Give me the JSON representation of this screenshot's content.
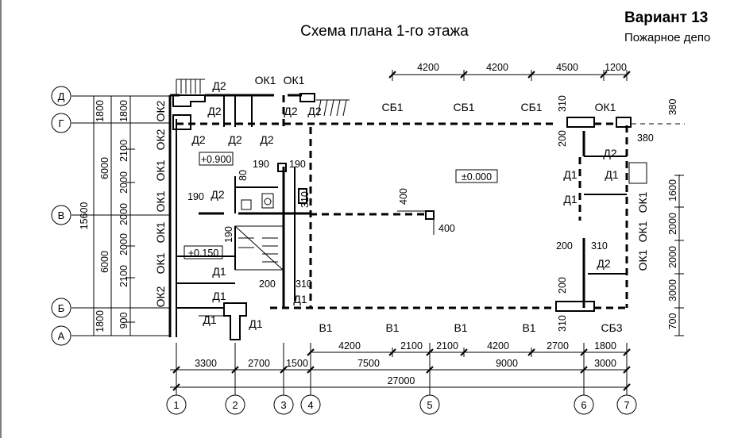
{
  "title": "Схема плана 1-го этажа",
  "variant": "Вариант 13",
  "building": "Пожарное депо",
  "levels": {
    "upper": "+0.900",
    "lower": "+0.150",
    "zero": "±0.000"
  },
  "row_axes": [
    "Д",
    "Г",
    "В",
    "Б",
    "А"
  ],
  "col_axes": [
    "1",
    "2",
    "3",
    "4",
    "5",
    "6",
    "7"
  ],
  "dims": {
    "top": [
      "4200",
      "4200",
      "4500",
      "1200"
    ],
    "bottom_row1": [
      "4200",
      "2100",
      "2100",
      "4200",
      "2700",
      "1800"
    ],
    "bottom_row2": [
      "3300",
      "2700",
      "1500",
      "7500",
      "9000",
      "3000"
    ],
    "total_width": "27000",
    "left_inner": [
      "1800",
      "1800",
      "2100",
      "2000",
      "2000",
      "2000",
      "2000",
      "2100",
      "900",
      "1800"
    ],
    "left_mid": [
      "6000",
      "6000"
    ],
    "left_total": "15600",
    "right": [
      "380",
      "380",
      "1600",
      "2000",
      "2000",
      "3000",
      "700"
    ],
    "misc": [
      "190",
      "190",
      "190",
      "80",
      "310",
      "400",
      "400",
      "200",
      "310",
      "310",
      "200",
      "310",
      "200",
      "310"
    ]
  },
  "labels": {
    "ok1": "ОК1",
    "ok2": "ОК2",
    "d1": "Д1",
    "d2": "Д2",
    "sb1": "СБ1",
    "sb3": "СБ3",
    "v1": "В1"
  }
}
